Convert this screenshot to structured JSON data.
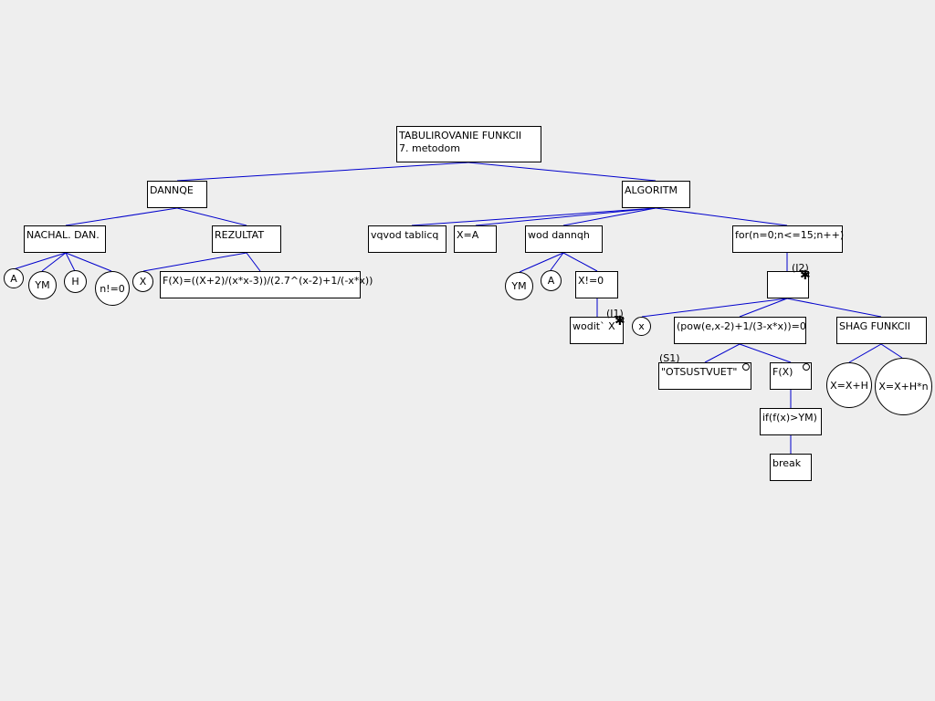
{
  "diagram": {
    "root": {
      "line1": "TABULIROVANIE FUNKCII",
      "line2": "7. metodom"
    },
    "nodes": {
      "dannqe": "DANNQE",
      "algoritm": "ALGORITM",
      "nachal_dan": "NACHAL. DAN.",
      "rezultat": "REZULTAT",
      "vqvod_tablicq": "vqvod tablicq",
      "x_eq_a": "X=A",
      "wod_dannqh": "wod dannqh",
      "for_loop": "for(n=0;n<=15;n++)",
      "formula": "F(X)=((X+2)/(x*x-3))/(2.7^(x-2)+1/(-x*x))",
      "x_neq_0": "X!=0",
      "wodit_x": "wodit` X",
      "condition": "(pow(e,x-2)+1/(3-x*x))=0",
      "shag_funkcii": "SHAG FUNKCII",
      "otsustvuet": "\"OTSUSTVUET\"",
      "f_x": "F(X)",
      "if_break": "if(f(x)>YM)",
      "break": "break",
      "loop_body": ""
    },
    "circles": {
      "a1": "A",
      "ym1": "YM",
      "h": "H",
      "n_neq_0": "n!=0",
      "x_res": "X",
      "ym2": "YM",
      "a2": "A",
      "x_small": "x",
      "x_plus_h": "X=X+H",
      "x_plus_hn": "X=X+H*n"
    },
    "tags": {
      "i1": "(I1)",
      "i2": "(I2)",
      "s1": "(S1)"
    },
    "marks": {
      "star": "star-icon",
      "ring": "ring-icon"
    },
    "colors": {
      "background": "#eeeeee",
      "edge": "#0000cc",
      "node_fill": "#ffffff",
      "node_border": "#000000"
    }
  }
}
